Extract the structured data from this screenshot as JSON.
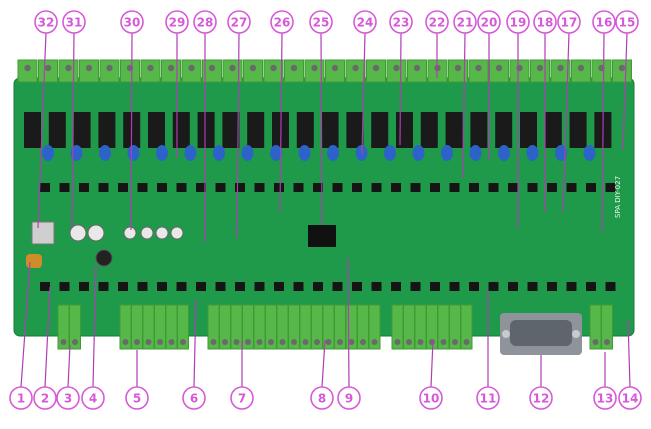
{
  "colors": {
    "pcb": "#1f9a4a",
    "pcb_dark": "#167a39",
    "terminal": "#57b84a",
    "terminal_dark": "#3f9a35",
    "relay": "#1a1a1a",
    "inductor": "#2d63c8",
    "callout": "#d65ad8"
  },
  "board_silkscreen": "SPA DIY-027",
  "callouts": [
    "1",
    "2",
    "3",
    "4",
    "5",
    "6",
    "7",
    "8",
    "9",
    "10",
    "11",
    "12",
    "13",
    "14",
    "15",
    "16",
    "17",
    "18",
    "19",
    "20",
    "21",
    "22",
    "23",
    "24",
    "25",
    "26",
    "27",
    "28",
    "29",
    "30",
    "31",
    "32"
  ]
}
